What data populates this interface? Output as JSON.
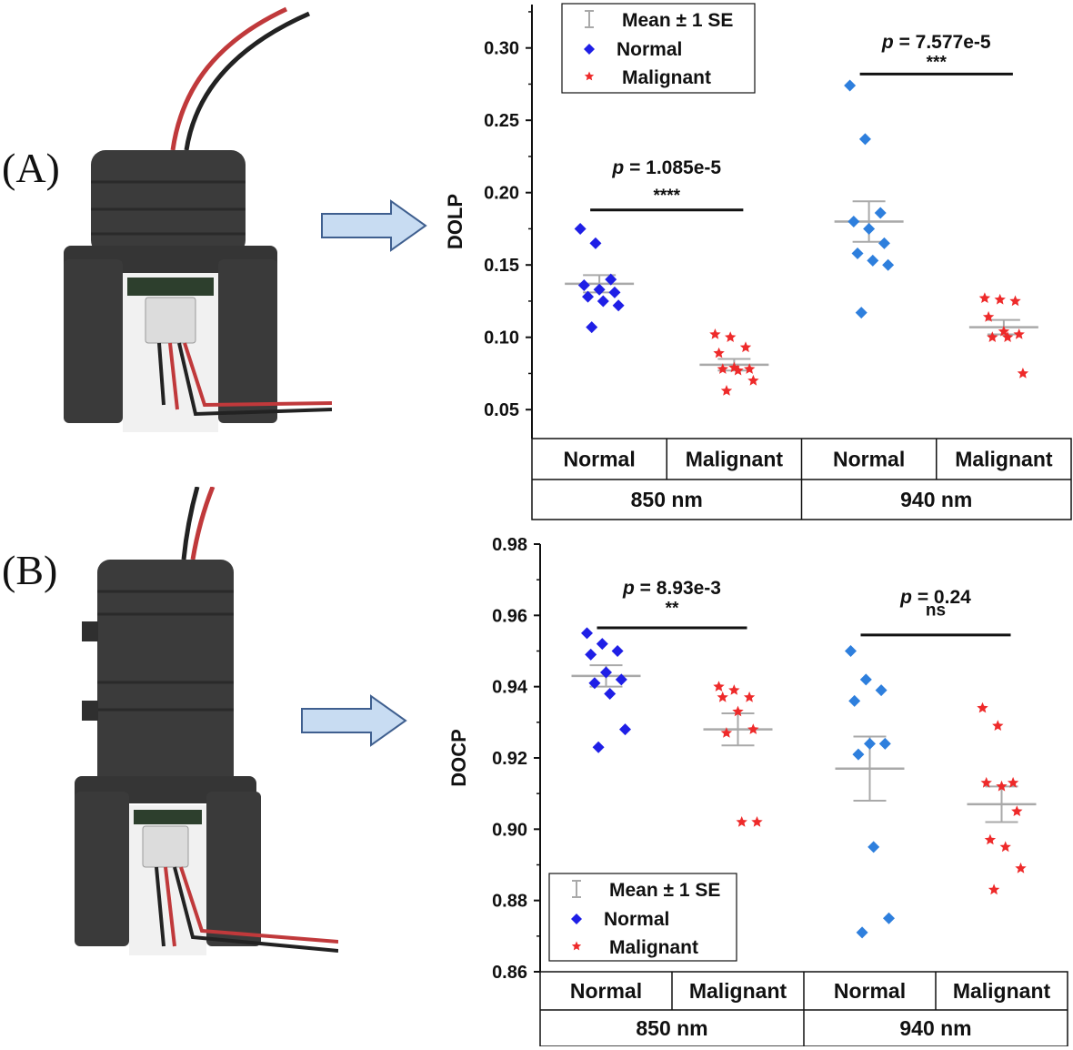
{
  "panels": {
    "a_label": "(A)",
    "b_label": "(B)"
  },
  "colors": {
    "normal_850": "#1f1fe6",
    "normal_940": "#2e7fdd",
    "malignant": "#ee2a2a",
    "mean_bar": "#a9a9a9",
    "device": "#3a3a3a",
    "arrow_fill": "#c8dcf2",
    "arrow_stroke": "#3f5f8f"
  },
  "chart_data": [
    {
      "type": "scatter",
      "ylabel": "DOLP",
      "ylim": [
        0.03,
        0.33
      ],
      "yticks": [
        0.05,
        0.1,
        0.15,
        0.2,
        0.25,
        0.3
      ],
      "ytick_labels": [
        "0.05",
        "0.10",
        "0.15",
        "0.20",
        "0.25",
        "0.30"
      ],
      "categories": [
        "Normal",
        "Malignant",
        "Normal",
        "Malignant"
      ],
      "wavelengths": [
        "850 nm",
        "940 nm"
      ],
      "legend": {
        "placement": "top-left",
        "mean_label": "Mean ± 1 SE",
        "normal_label": "Normal",
        "malignant_label": "Malignant"
      },
      "groups": [
        {
          "name": "Normal",
          "wavelength": "850 nm",
          "mean": 0.137,
          "se": 0.006,
          "values": [
            0.175,
            0.165,
            0.14,
            0.136,
            0.133,
            0.131,
            0.128,
            0.125,
            0.122,
            0.107
          ]
        },
        {
          "name": "Malignant",
          "wavelength": "850 nm",
          "mean": 0.081,
          "se": 0.004,
          "values": [
            0.102,
            0.1,
            0.093,
            0.089,
            0.079,
            0.078,
            0.078,
            0.077,
            0.07,
            0.063
          ]
        },
        {
          "name": "Normal",
          "wavelength": "940 nm",
          "mean": 0.18,
          "se": 0.014,
          "values": [
            0.274,
            0.237,
            0.186,
            0.18,
            0.175,
            0.165,
            0.158,
            0.153,
            0.15,
            0.117
          ]
        },
        {
          "name": "Malignant",
          "wavelength": "940 nm",
          "mean": 0.107,
          "se": 0.005,
          "values": [
            0.127,
            0.126,
            0.125,
            0.114,
            0.104,
            0.102,
            0.1,
            0.1,
            0.075
          ]
        }
      ],
      "annotations": [
        {
          "p_prefix": "p",
          "p_value": " = 1.085e-5",
          "stars": "****",
          "from_group": 0,
          "to_group": 1,
          "y_bar": 0.188,
          "y_stars": 0.198,
          "y_p": 0.218
        },
        {
          "p_prefix": "p",
          "p_value": " = 7.577e-5",
          "stars": "***",
          "from_group": 2,
          "to_group": 3,
          "y_bar": 0.282,
          "y_stars": 0.29,
          "y_p": 0.305
        }
      ]
    },
    {
      "type": "scatter",
      "ylabel": "DOCP",
      "ylim": [
        0.86,
        0.98
      ],
      "yticks": [
        0.86,
        0.88,
        0.9,
        0.92,
        0.94,
        0.96,
        0.98
      ],
      "ytick_labels": [
        "0.86",
        "0.88",
        "0.90",
        "0.92",
        "0.94",
        "0.96",
        "0.98"
      ],
      "categories": [
        "Normal",
        "Malignant",
        "Normal",
        "Malignant"
      ],
      "wavelengths": [
        "850 nm",
        "940 nm"
      ],
      "legend": {
        "placement": "bottom-left",
        "mean_label": "Mean ± 1 SE",
        "normal_label": "Normal",
        "malignant_label": "Malignant"
      },
      "groups": [
        {
          "name": "Normal",
          "wavelength": "850 nm",
          "mean": 0.943,
          "se": 0.003,
          "values": [
            0.955,
            0.952,
            0.95,
            0.949,
            0.944,
            0.942,
            0.941,
            0.938,
            0.928,
            0.923
          ]
        },
        {
          "name": "Malignant",
          "wavelength": "850 nm",
          "mean": 0.928,
          "se": 0.0045,
          "values": [
            0.94,
            0.939,
            0.937,
            0.937,
            0.933,
            0.928,
            0.927,
            0.902,
            0.902
          ]
        },
        {
          "name": "Normal",
          "wavelength": "940 nm",
          "mean": 0.917,
          "se": 0.009,
          "values": [
            0.95,
            0.942,
            0.939,
            0.936,
            0.924,
            0.924,
            0.921,
            0.895,
            0.875,
            0.871
          ]
        },
        {
          "name": "Malignant",
          "wavelength": "940 nm",
          "mean": 0.907,
          "se": 0.005,
          "values": [
            0.934,
            0.929,
            0.913,
            0.913,
            0.912,
            0.905,
            0.897,
            0.895,
            0.889,
            0.883
          ]
        }
      ],
      "annotations": [
        {
          "p_prefix": "p",
          "p_value": " = 8.93e-3",
          "stars": "**",
          "from_group": 0,
          "to_group": 1,
          "y_bar": 0.9565,
          "y_stars": 0.962,
          "y_p": 0.968
        },
        {
          "p_prefix": "p",
          "p_value": " = 0.24",
          "stars": "ns",
          "from_group": 2,
          "to_group": 3,
          "y_bar": 0.9545,
          "y_stars": 0.9615,
          "y_p": 0.9655
        }
      ]
    }
  ]
}
